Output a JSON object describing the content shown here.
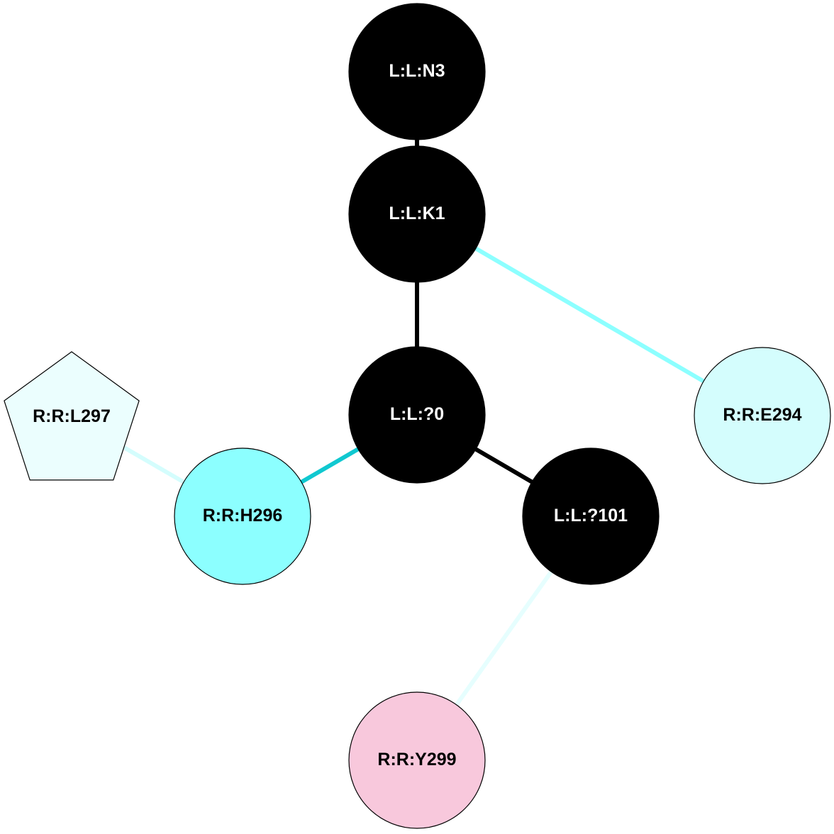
{
  "diagram": {
    "type": "residue-interaction-network",
    "nodes": [
      {
        "id": "L:L:N3",
        "label": "L:L:N3",
        "shape": "circle",
        "fill": "#000000",
        "text_color": "#ffffff"
      },
      {
        "id": "L:L:K1",
        "label": "L:L:K1",
        "shape": "circle",
        "fill": "#000000",
        "text_color": "#ffffff"
      },
      {
        "id": "L:L:?0",
        "label": "L:L:?0",
        "shape": "circle",
        "fill": "#000000",
        "text_color": "#ffffff"
      },
      {
        "id": "L:L:?101",
        "label": "L:L:?101",
        "shape": "circle",
        "fill": "#000000",
        "text_color": "#ffffff"
      },
      {
        "id": "R:R:E294",
        "label": "R:R:E294",
        "shape": "circle",
        "fill": "#d4fdfd",
        "text_color": "#000000"
      },
      {
        "id": "R:R:H296",
        "label": "R:R:H296",
        "shape": "circle",
        "fill": "#8cffff",
        "text_color": "#000000"
      },
      {
        "id": "R:R:L297",
        "label": "R:R:L297",
        "shape": "pentagon",
        "fill": "#ebfefe",
        "text_color": "#000000"
      },
      {
        "id": "R:R:Y299",
        "label": "R:R:Y299",
        "shape": "circle",
        "fill": "#f8c8dc",
        "text_color": "#000000"
      }
    ],
    "edges": [
      {
        "source": "L:L:N3",
        "target": "L:L:K1",
        "color": "#000000"
      },
      {
        "source": "L:L:K1",
        "target": "L:L:?0",
        "color": "#000000"
      },
      {
        "source": "L:L:K1",
        "target": "R:R:E294",
        "color": "#8cffff"
      },
      {
        "source": "L:L:?0",
        "target": "L:L:?101",
        "color": "#000000"
      },
      {
        "source": "L:L:?0",
        "target": "R:R:H296",
        "color": "#10c8d0"
      },
      {
        "source": "R:R:H296",
        "target": "R:R:L297",
        "color": "#d4fdfd"
      },
      {
        "source": "L:L:?101",
        "target": "R:R:Y299",
        "color": "#e6fefe"
      }
    ]
  }
}
